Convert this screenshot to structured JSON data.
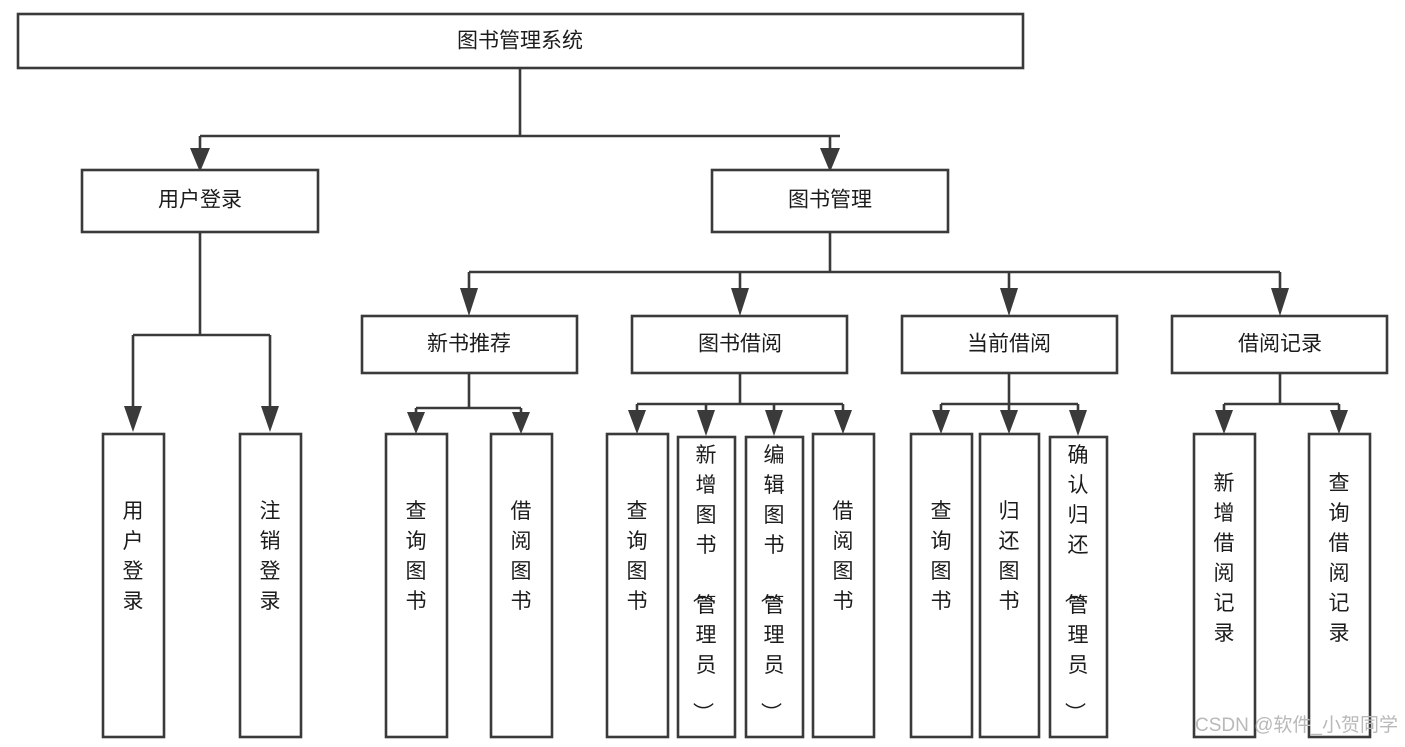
{
  "diagram": {
    "kind": "tree-hierarchy-chart",
    "title": "图书管理系统",
    "orientation": "top-down",
    "background_color": "#ffffff",
    "line_color": "#3a3a3a",
    "text_color": "#1c1c1c",
    "levels": [
      {
        "level": 1,
        "nodes": [
          {
            "id": "root",
            "label": "图书管理系统",
            "text_orientation": "horizontal"
          }
        ]
      },
      {
        "level": 2,
        "nodes": [
          {
            "id": "login",
            "label": "用户登录",
            "text_orientation": "horizontal",
            "parent": "root"
          },
          {
            "id": "bookmgmt",
            "label": "图书管理",
            "text_orientation": "horizontal",
            "parent": "root"
          }
        ]
      },
      {
        "level": 3,
        "nodes": [
          {
            "id": "newbook",
            "label": "新书推荐",
            "text_orientation": "horizontal",
            "parent": "bookmgmt"
          },
          {
            "id": "borrow",
            "label": "图书借阅",
            "text_orientation": "horizontal",
            "parent": "bookmgmt"
          },
          {
            "id": "current",
            "label": "当前借阅",
            "text_orientation": "horizontal",
            "parent": "bookmgmt"
          },
          {
            "id": "record",
            "label": "借阅记录",
            "text_orientation": "horizontal",
            "parent": "bookmgmt"
          }
        ]
      },
      {
        "level": 4,
        "nodes": [
          {
            "id": "leaf-1",
            "label": "用户登录",
            "text_orientation": "vertical",
            "parent": "login"
          },
          {
            "id": "leaf-2",
            "label": "注销登录",
            "text_orientation": "vertical",
            "parent": "login"
          },
          {
            "id": "leaf-3",
            "label": "查询图书",
            "text_orientation": "vertical",
            "parent": "newbook"
          },
          {
            "id": "leaf-4",
            "label": "借阅图书",
            "text_orientation": "vertical",
            "parent": "newbook"
          },
          {
            "id": "leaf-5",
            "label": "查询图书",
            "text_orientation": "vertical",
            "parent": "borrow"
          },
          {
            "id": "leaf-6",
            "label": "新增图书（管理员）",
            "text_orientation": "vertical",
            "parent": "borrow"
          },
          {
            "id": "leaf-7",
            "label": "编辑图书（管理员）",
            "text_orientation": "vertical",
            "parent": "borrow"
          },
          {
            "id": "leaf-8",
            "label": "借阅图书",
            "text_orientation": "vertical",
            "parent": "borrow"
          },
          {
            "id": "leaf-9",
            "label": "查询图书",
            "text_orientation": "vertical",
            "parent": "current"
          },
          {
            "id": "leaf-10",
            "label": "归还图书",
            "text_orientation": "vertical",
            "parent": "current"
          },
          {
            "id": "leaf-11",
            "label": "确认归还（管理员）",
            "text_orientation": "vertical",
            "parent": "current"
          },
          {
            "id": "leaf-12",
            "label": "新增借阅记录",
            "text_orientation": "vertical",
            "parent": "record"
          },
          {
            "id": "leaf-13",
            "label": "查询借阅记录",
            "text_orientation": "vertical",
            "parent": "record"
          }
        ]
      }
    ]
  },
  "watermark": {
    "text": "CSDN @软件_小贺同学",
    "color": "#b9b9b9"
  }
}
